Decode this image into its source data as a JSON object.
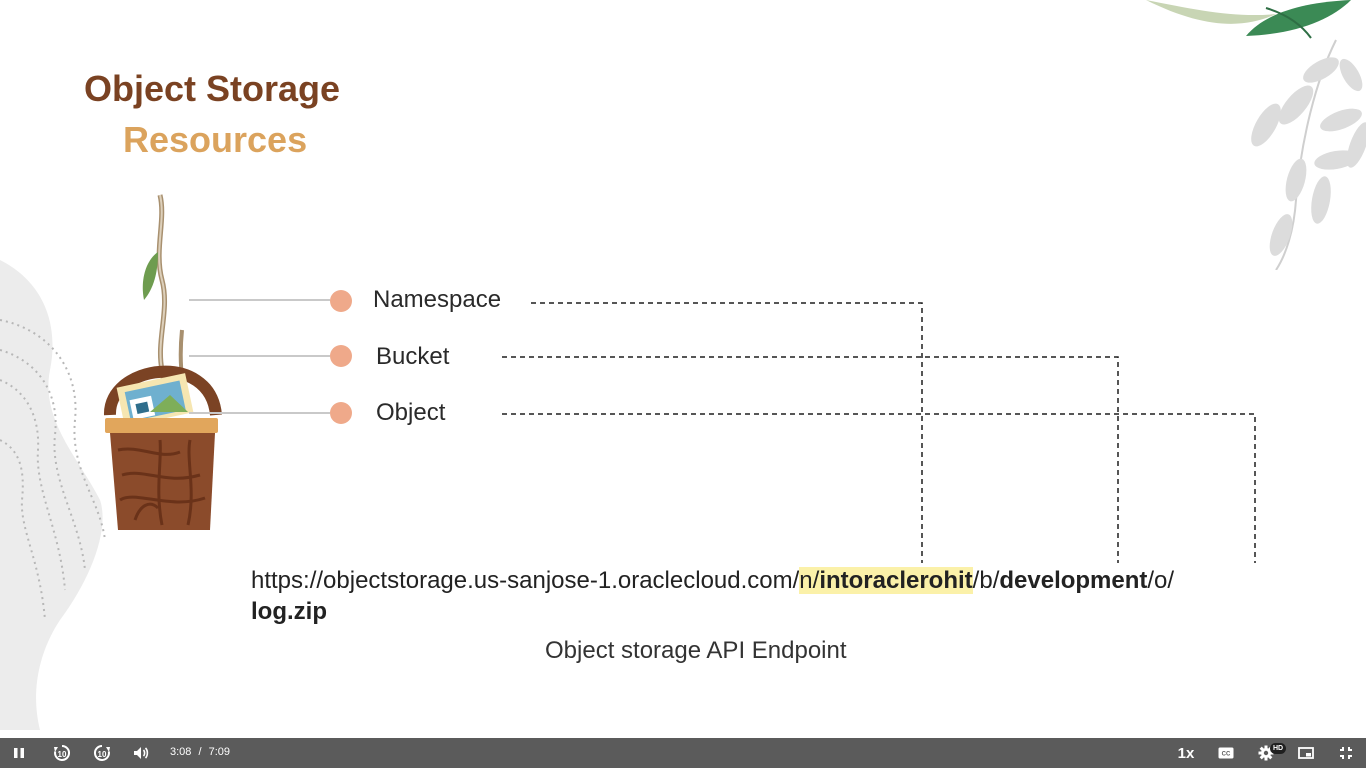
{
  "slide": {
    "title_line1": "Object Storage",
    "title_line2": "Resources",
    "items": [
      {
        "label": "Namespace"
      },
      {
        "label": "Bucket"
      },
      {
        "label": "Object"
      }
    ],
    "url": {
      "prefix": "https://objectstorage.us-sanjose-1.oraclecloud.com/",
      "n_segment": "n/",
      "namespace": "intoraclerohit",
      "b_segment": "/b/",
      "bucket": "development",
      "o_segment": "/o/",
      "object": "log.zip"
    },
    "caption": "Object storage API Endpoint",
    "colors": {
      "title_brown": "#7a4222",
      "title_gold": "#dba35d",
      "dot": "#efa98a",
      "highlight": "#fbf1a9"
    }
  },
  "player": {
    "current_time": "3:08",
    "separator": "/",
    "duration": "7:09",
    "speed": "1x",
    "quality_badge": "HD",
    "icons": [
      "pause-icon",
      "rewind-10-icon",
      "forward-10-icon",
      "volume-icon",
      "captions-icon",
      "settings-icon",
      "picture-in-picture-icon",
      "exit-fullscreen-icon"
    ]
  }
}
